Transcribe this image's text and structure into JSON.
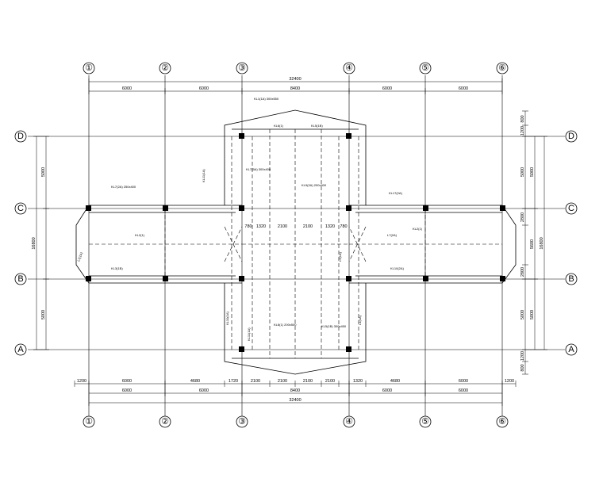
{
  "axes": {
    "columns": [
      "①",
      "②",
      "③",
      "④",
      "⑤",
      "⑥"
    ],
    "rows": [
      "D",
      "C",
      "B",
      "A"
    ]
  },
  "dims": {
    "top_total": "32400",
    "top_spans": [
      "6000",
      "6000",
      "8400",
      "6000",
      "6000"
    ],
    "bottom_total": "32400",
    "bottom_spans2": [
      "6000",
      "6000",
      "8400",
      "6000",
      "6000"
    ],
    "bottom_detail": [
      "1200",
      "6000",
      "4680",
      "1720",
      "2100",
      "2100",
      "2100",
      "2100",
      "1320",
      "4680",
      "6000",
      "1200"
    ],
    "side_total": "16800",
    "side_spans": [
      "5000",
      "2800",
      "5000"
    ],
    "side_spans_b": [
      "5000",
      "5600",
      "5000"
    ],
    "side_cantilever": [
      "1200",
      "800"
    ],
    "mid_spans": [
      "780",
      "1320",
      "2100",
      "2100",
      "1320",
      "780"
    ]
  },
  "beam_labels": [
    "KL1(1A) 300x550",
    "KL5(1B)",
    "KL6(1)",
    "KL7(5A) 300x400",
    "KL7(2A) 250x400",
    "KL11(1A)",
    "KL9(2A) 200x400",
    "KL17(2A)",
    "L7(2A)",
    "KL2(1)",
    "L1(1A)",
    "KL3(1B)",
    "KL8(1) 200x500",
    "KL5(1B) 300x450",
    "L2(1A)",
    "KL10(1A)",
    "L1(1A)",
    "KL10(2A)",
    "KL2(1)",
    "KL11(1A)"
  ]
}
